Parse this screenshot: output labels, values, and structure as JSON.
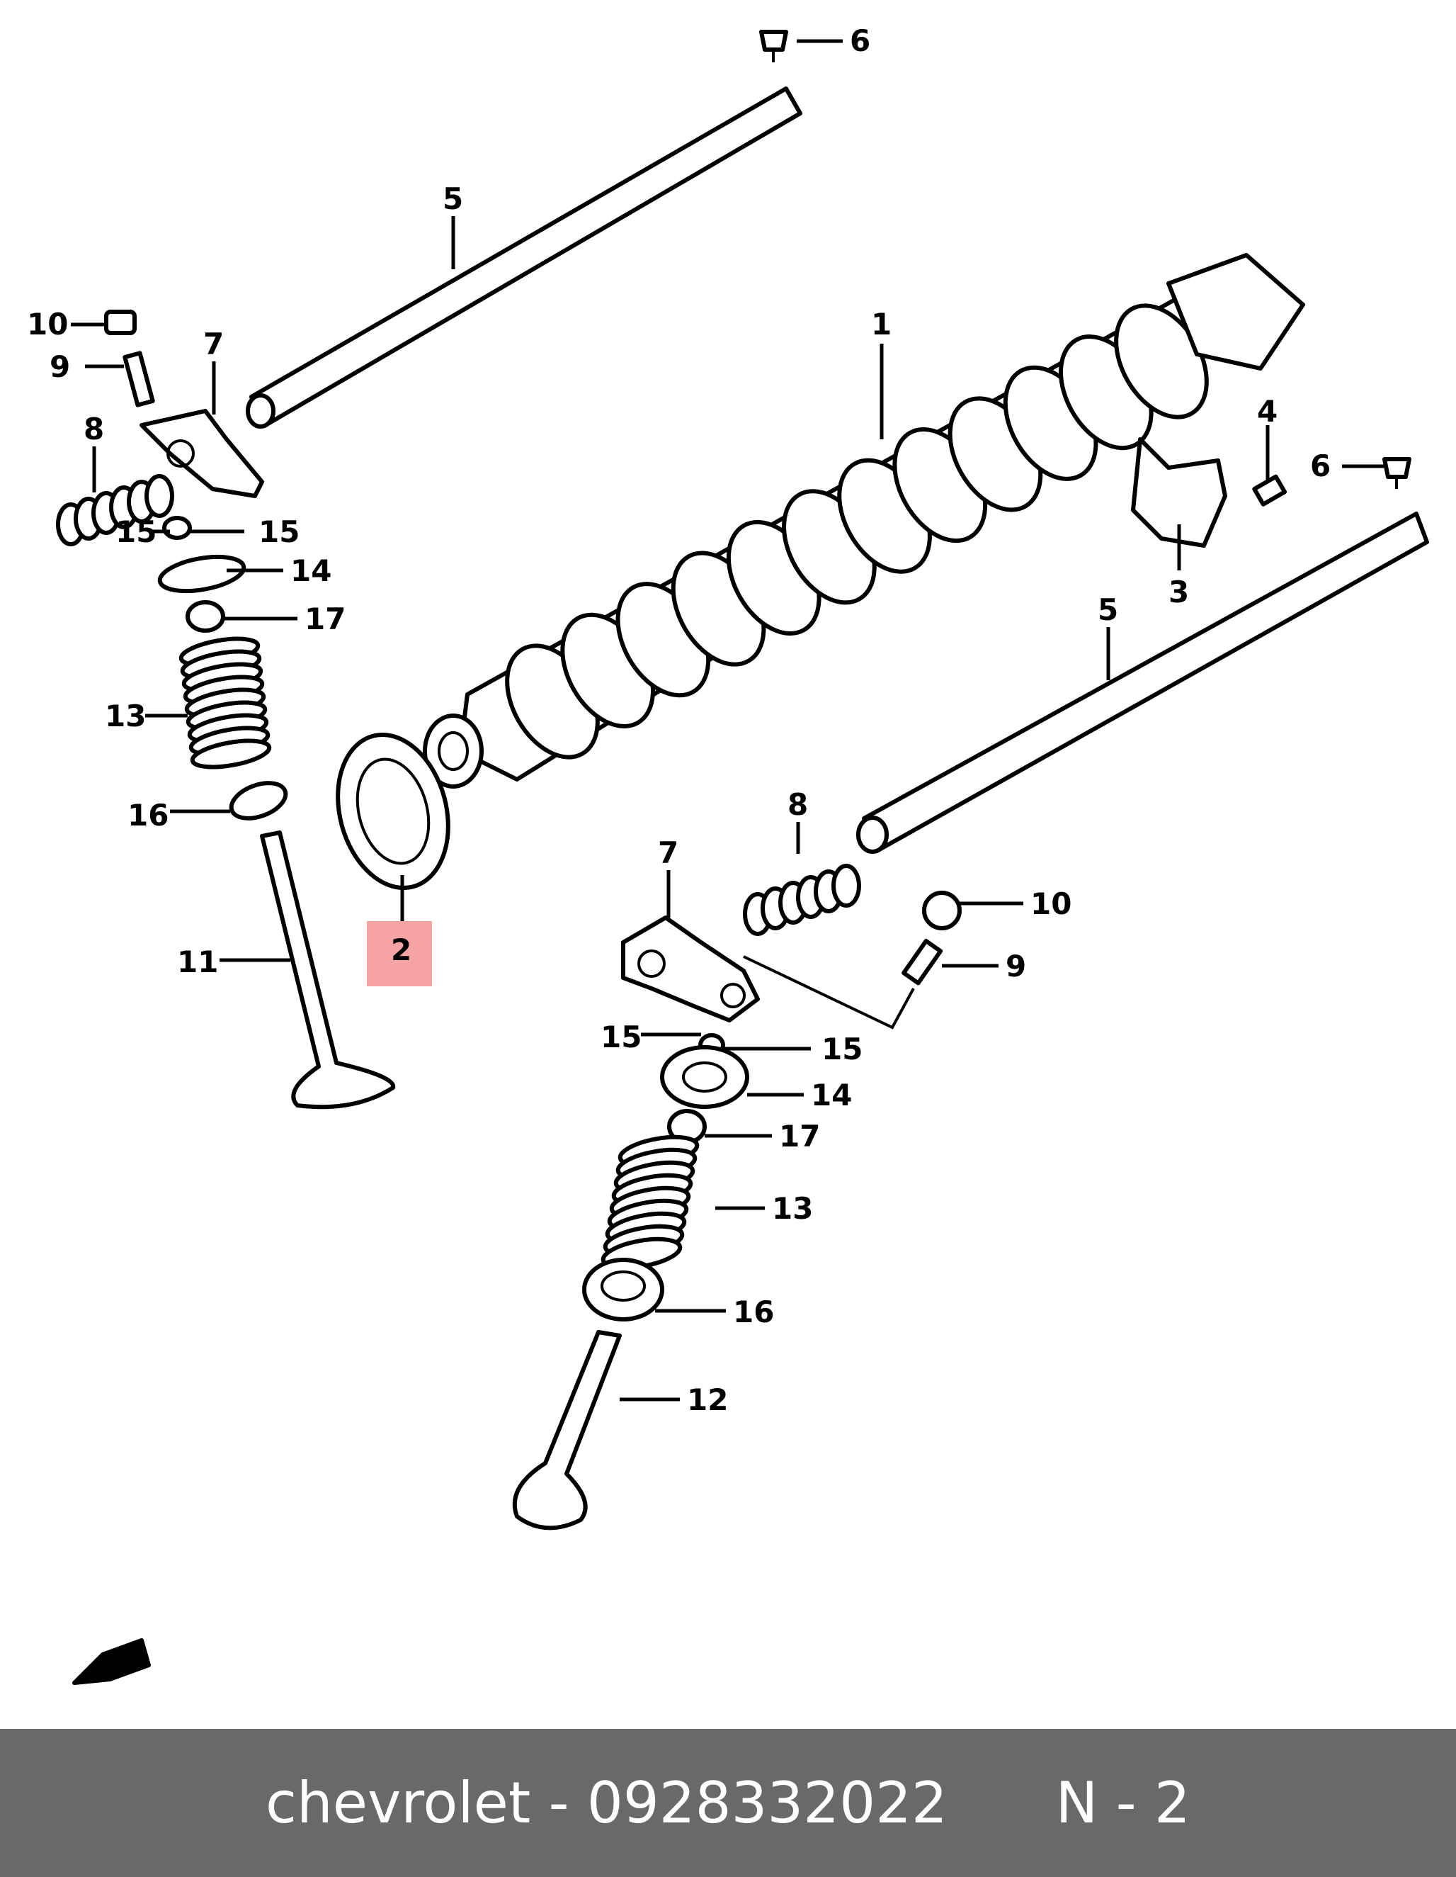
{
  "diagram": {
    "callouts": [
      "1",
      "2",
      "3",
      "4",
      "5",
      "5",
      "6",
      "6",
      "7",
      "7",
      "8",
      "8",
      "9",
      "9",
      "10",
      "10",
      "11",
      "12",
      "13",
      "13",
      "14",
      "14",
      "15",
      "15",
      "15",
      "15",
      "16",
      "16",
      "17",
      "17"
    ],
    "highlight_color": "#f5a3a3"
  },
  "footer": {
    "text": "chevrolet - 0928332022      N - 2",
    "background": "#696969"
  }
}
